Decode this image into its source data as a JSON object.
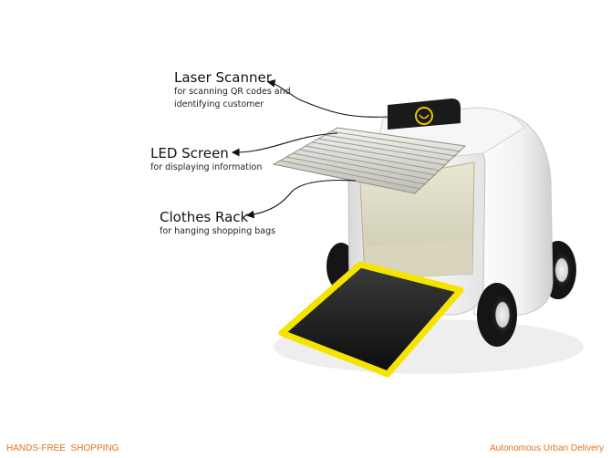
{
  "annotations": [
    {
      "title": "Laser Scanner",
      "description_lines": [
        "for scanning QR codes and",
        "identifying customer"
      ]
    },
    {
      "title": "LED Screen",
      "description_lines": [
        "for displaying information"
      ]
    },
    {
      "title": "Clothes Rack",
      "description_lines": [
        "for hanging shopping bags"
      ]
    }
  ],
  "footer": {
    "left": "HANDS-FREE  SHOPPING",
    "right": "Autonomous Urban Delivery"
  },
  "colors": {
    "accent": "#e8731c",
    "highlight": "#f5e400",
    "text": "#111111"
  }
}
